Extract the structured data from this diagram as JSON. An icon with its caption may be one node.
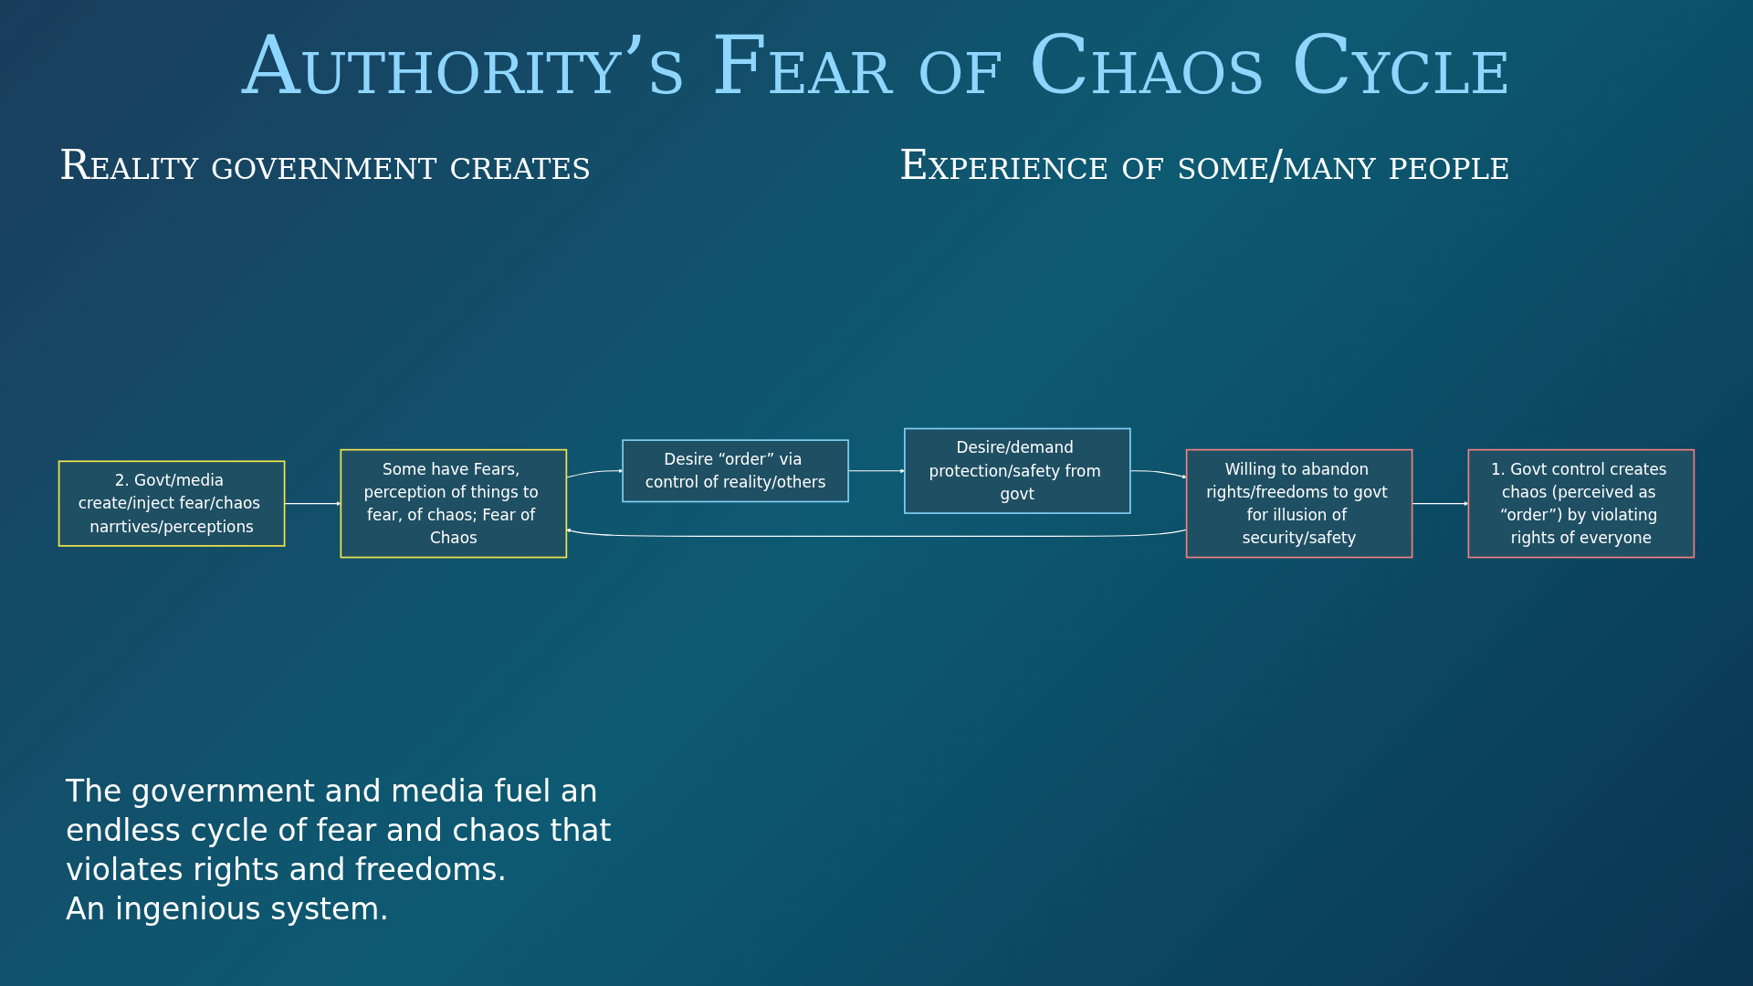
{
  "diagram": {
    "title": "Authority’s Fear of Chaos Cycle",
    "nodes": [
      {
        "text": [
          "2. Govt/media create/inject fear/chaos narrtives/perceptions"
        ]
      },
      {
        "text": [
          "Some have Fears, perception of things to fear, of chaos; Fear of Chaos"
        ]
      },
      {
        "text": [
          "1. Govt control creates chaos (perceived as “order”) by violating rights of everyone"
        ]
      },
      {
        "text": [
          "Willing to abandon rights/freedoms to govt for illusion of security/safety"
        ]
      },
      {
        "text": [
          "Desire “order” via control of reality/others"
        ]
      },
      {
        "text": [
          "Desire/demand protection/safety from govt"
        ]
      }
    ],
    "edges": [
      {
        "from": 0,
        "to": 1,
        "arrow": "to"
      },
      {
        "from": 3,
        "to": 2,
        "arrow": "to"
      },
      {
        "from": 1,
        "to": 4,
        "arrow": "to"
      },
      {
        "from": 4,
        "to": 5,
        "arrow": "to"
      },
      {
        "from": 5,
        "to": 3,
        "arrow": "to"
      },
      {
        "from": 3,
        "to": 1,
        "arrow": "to"
      }
    ],
    "labels": [
      "Reality government creates",
      "Experience of some/many people",
      "The government and media fuel an endless cycle of fear and chaos that violates rights and freedoms.",
      "An ingenious system."
    ]
  }
}
